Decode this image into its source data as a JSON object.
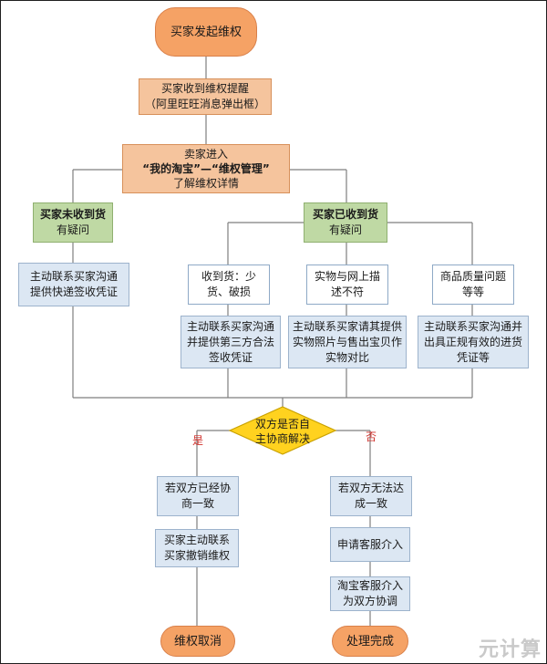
{
  "nodes": {
    "start": "买家发起维权",
    "receive_alert": [
      "买家收到维权提醒",
      "（阿里旺旺消息弹出框）"
    ],
    "enter_mgmt": [
      "卖家进入",
      "“我的淘宝”—“维权管理”",
      "了解维权详情"
    ],
    "not_received": [
      "买家未收到货",
      "有疑问"
    ],
    "received": [
      "买家已收到货",
      "有疑问"
    ],
    "contact_proof": [
      "主动联系买家沟通",
      "提供快递签收凭证"
    ],
    "short_damaged": [
      "收到货：少",
      "货、破损"
    ],
    "not_match": [
      "实物与网上描",
      "述不符"
    ],
    "quality": [
      "商品质量问题",
      "等等"
    ],
    "third_party": [
      "主动联系买家沟通",
      "并提供第三方合法",
      "签收凭证"
    ],
    "photo_compare": [
      "主动联系买家请其提供",
      "实物照片与售出宝贝作",
      "实物对比"
    ],
    "invoice_proof": [
      "主动联系买家沟通并",
      "出具正规有效的进货",
      "凭证等"
    ],
    "decision": [
      "双方是否自",
      "主协商解决"
    ],
    "agreed": [
      "若双方已经协",
      "商一致"
    ],
    "cannot_agree": [
      "若双方无法达",
      "成一致"
    ],
    "buyer_cancel": [
      "买家主动联系",
      "买家撤销维权"
    ],
    "request_cs": "申请客服介入",
    "cs_mediate": [
      "淘宝客服介入",
      "为双方协调"
    ],
    "end_cancel": "维权取消",
    "end_done": "处理完成"
  },
  "labels": {
    "yes": "是",
    "no": "否"
  },
  "watermark": "元计算",
  "colors": {
    "orange": "#f5a265",
    "peach": "#f5c49d",
    "green": "#bfd9a4",
    "blue": "#dce7f3",
    "decision": "#ffd21f",
    "line": "#7f7f7f"
  }
}
